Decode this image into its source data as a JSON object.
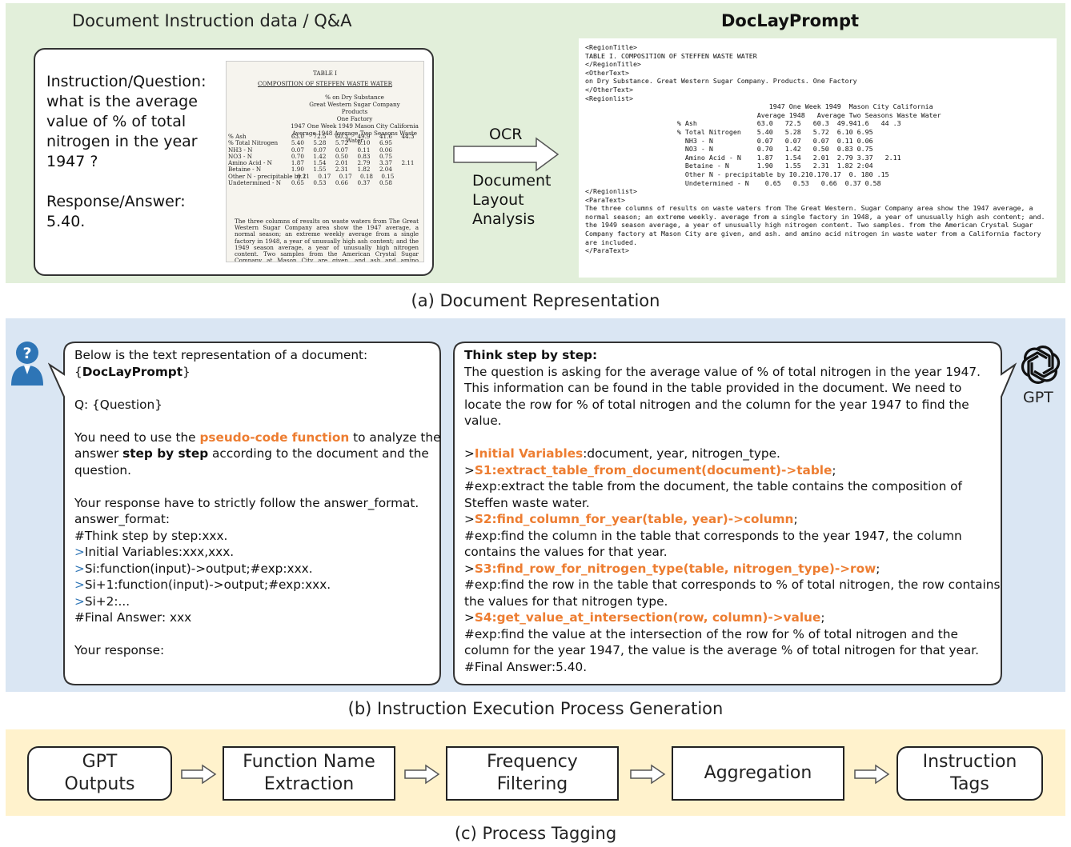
{
  "section_a": {
    "left_title": "Document Instruction data / Q&A",
    "qa_text": "Instruction/Question:\nwhat is the average value of % of total nitrogen in the year 1947 ?\n\nResponse/Answer:\n5.40.",
    "scan": {
      "title": "TABLE I",
      "subtitle": "COMPOSITION OF STEFFEN WASTE WATER",
      "header": "% on Dry Substance\nGreat Western Sugar Company\nProducts\nOne Factory\n1947 One Week 1949 Mason City California\nAverage 1948 Average Two Seasons Waste Water",
      "rows": [
        [
          "% Ash",
          "63.0",
          "72.5",
          "60.3",
          "49.9",
          "41.6",
          "44.3"
        ],
        [
          "% Total Nitrogen",
          "5.40",
          "5.28",
          "5.72",
          "6.10",
          "6.95",
          ""
        ],
        [
          "NH3 - N",
          "0.07",
          "0.07",
          "0.07",
          "0.11",
          "0.06",
          ""
        ],
        [
          "NO3 - N",
          "0.70",
          "1.42",
          "0.50",
          "0.83",
          "0.75",
          ""
        ],
        [
          "Amino Acid - N",
          "1.87",
          "1.54",
          "2.01",
          "2.79",
          "3.37",
          "2.11"
        ],
        [
          "Betaine - N",
          "1.90",
          "1.55",
          "2.31",
          "1.82",
          "2.04",
          ""
        ],
        [
          "Other N - precipitable by I",
          "0.21",
          "0.17",
          "0.17",
          "0.18",
          "0.15",
          ""
        ],
        [
          "Undetermined - N",
          "0.65",
          "0.53",
          "0.66",
          "0.37",
          "0.58",
          ""
        ]
      ],
      "paragraph": "The three columns of results on waste waters from The Great Western Sugar Company area show the 1947 average, a normal season; an extreme weekly average from a single factory in 1948, a year of unusually high ash content; and the 1949 season average, a year of unusually high nitrogen content. Two samples from the American Crystal Sugar Company at Mason City are given, and ash and amino nitrogen in waste water from a California factory are included."
    },
    "ocr_label": "OCR",
    "dla_label": "Document\nLayout\nAnalysis",
    "right_title": "DocLayPrompt",
    "doclay_lines": [
      "<RegionTitle>",
      "TABLE I. COMPOSITION OF STEFFEN WASTE WATER",
      "</RegionTitle>",
      "<OtherText>",
      "on Dry Substance. Great Western Sugar Company. Products. One Factory",
      "</OtherText>",
      "<Regionlist>",
      "                                              1947 One Week 1949  Mason City California",
      "                                           Average 1948   Average Two Seasons Waste Water",
      "                       % Ash               63.0   72.5   60.3  49.941.6   44 .3",
      "                       % Total Nitrogen    5.40   5.28   5.72  6.10 6.95",
      "                         NH3 - N           0.07   0.07   0.07  0.11 0.06",
      "                         NO3 - N           0.70   1.42   0.50  0.83 0.75",
      "                         Amino Acid - N    1.87   1.54   2.01  2.79 3.37   2.11",
      "                         Betaine - N       1.90   1.55   2.31  1.82 2:04",
      "                         Other N - precipitable by I0.210.170.17  0. 180 .15",
      "                         Undetermined - N    0.65   0.53   0.66  0.37 0.58",
      "</Regionlist>",
      "<ParaText>"
    ],
    "doclay_para": "The three columns of results on waste waters from The Great Western. Sugar Company area show the 1947 average, a normal season; an extreme weekly. average from a single factory in 1948, a year of unusually high ash content; and. the 1949 season average, a year of unusually high nitrogen content. Two samples. from the American Crystal Sugar Company factory at Mason City are given, and ash. and amino acid nitrogen in waste water from a California factory are included.",
    "doclay_close": "</ParaText>",
    "caption": "(a) Document Representation"
  },
  "section_b": {
    "left": {
      "l1": "Below is the text representation of a document:",
      "l2_open": "{",
      "l2_bold": "DocLayPrompt",
      "l2_close": "}",
      "q": "Q: {Question}",
      "p1_a": "You need to use the ",
      "p1_orange": "pseudo-code function",
      "p1_b": " to analyze the answer ",
      "p1_bold": "step by step",
      "p1_c": " according to the document and the question.",
      "p2": "Your response have to strictly follow the answer_format.",
      "p3": "answer_format:",
      "p4": "#Think step by step:xxx.",
      "gt": ">",
      "p5": "Initial Variables:xxx,xxx.",
      "p6": "Si:function(input)->output;#exp:xxx.",
      "p7": "Si+1:function(input)->output;#exp:xxx.",
      "p8": "Si+2:...",
      "p9": "#Final Answer: xxx",
      "p10": "Your response:"
    },
    "right": {
      "heading": "Think step by step:",
      "intro": "The question is asking for the average value of % of total nitrogen in the year 1947. This information can be found in the table provided in the document. We need to locate the row for % of total nitrogen and the column for the year 1947 to find the value.",
      "gt": ">",
      "iv_label": "Initial Variables",
      "iv_rest": ":document, year, nitrogen_type.",
      "s1": "S1:extract_table_from_document(document)->table",
      "e1": "#exp:extract the table from the document, the table contains the composition of Steffen waste water.",
      "s2": "S2:find_column_for_year(table, year)->column",
      "e2": "#exp:find the column in the table that corresponds to the year 1947, the column contains the values for that year.",
      "s3": "S3:find_row_for_nitrogen_type(table, nitrogen_type)->row",
      "e3": "#exp:find the row in the table that corresponds to % of total nitrogen, the row contains the values for that nitrogen type.",
      "s4": "S4:get_value_at_intersection(row, column)->value",
      "e4": "#exp:find the value at the intersection of the row for % of total nitrogen and the column for the year 1947, the value is the average % of total nitrogen for that year.",
      "final": "#Final Answer:5.40.",
      "semi": ";"
    },
    "gpt_label": "GPT",
    "caption": "(b) Instruction Execution Process Generation"
  },
  "section_c": {
    "steps": [
      "GPT\nOutputs",
      "Function Name\nExtraction",
      "Frequency\nFiltering",
      "Aggregation",
      "Instruction\nTags"
    ],
    "caption": "(c) Process Tagging"
  },
  "colors": {
    "section_a_bg": "#e2efda",
    "section_b_bg": "#dae6f3",
    "section_c_bg": "#fff2cc",
    "accent_orange": "#ed7d31",
    "user_icon_blue": "#2e75b6"
  }
}
